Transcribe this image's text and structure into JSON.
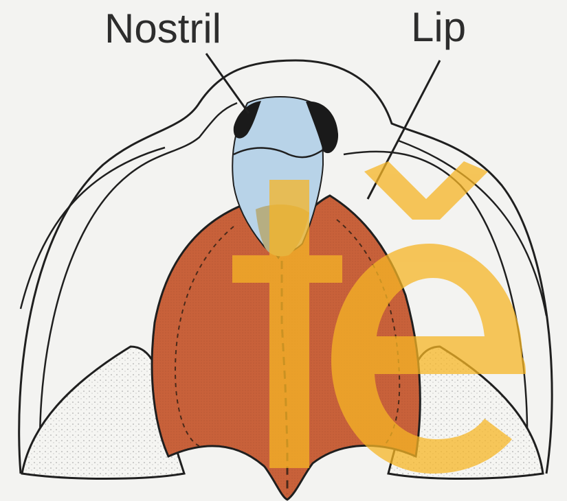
{
  "labels": {
    "nostril": "Nostril",
    "lip": "Lip"
  },
  "watermark": {
    "text": "tě"
  },
  "colors": {
    "palate": "#c8613a",
    "nasal": "#b8d3e8",
    "overlap": "#b6ae82",
    "outline": "#1f1f1f",
    "stipple": "#f5f5f2",
    "watermark": "#f6b526"
  }
}
